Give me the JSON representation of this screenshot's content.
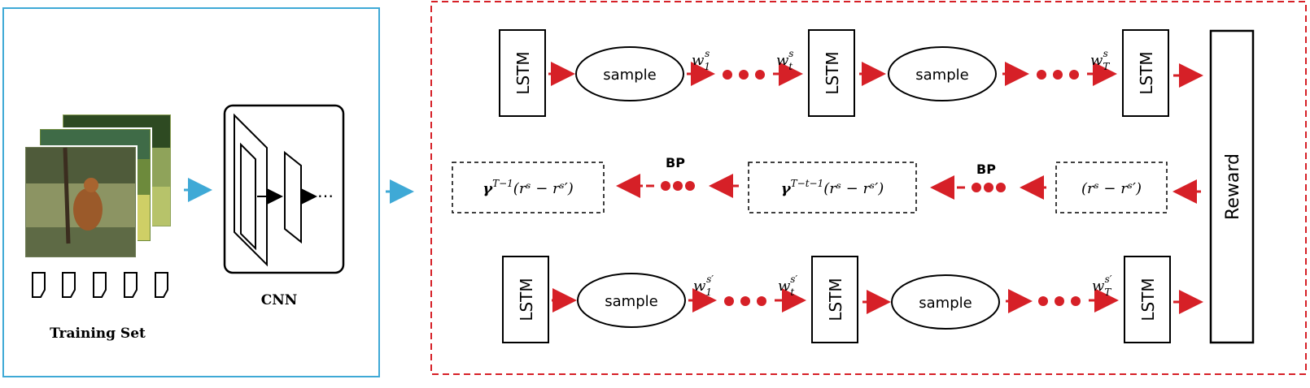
{
  "left_panel": {
    "training_set_label": "Training Set",
    "cnn_label": "CNN"
  },
  "right_panel": {
    "lstm_label": "LSTM",
    "sample_label": "sample",
    "reward_label": "Reward",
    "bp_label": "BP",
    "top_row": {
      "w1": "w",
      "w1_sub": "1",
      "w1_sup": "s",
      "wt": "w",
      "wt_sub": "t",
      "wt_sup": "s",
      "wT": "w",
      "wT_sub": "T",
      "wT_sup": "s"
    },
    "bottom_row": {
      "w1": "w",
      "w1_sub": "1",
      "w1_sup": "s′",
      "wt": "w",
      "wt_sub": "t",
      "wt_sup": "s′",
      "wT": "w",
      "wT_sub": "T",
      "wT_sup": "s′"
    },
    "formulas": {
      "gamma": "γ",
      "left_exp": "T−1",
      "mid_exp": "T−t−1",
      "body": "(rˢ − rˢ′)"
    }
  },
  "colors": {
    "left_border": "#3fa9d6",
    "right_border": "#d62027",
    "arrow_red": "#d62027",
    "arrow_blue": "#3fa9d6"
  }
}
